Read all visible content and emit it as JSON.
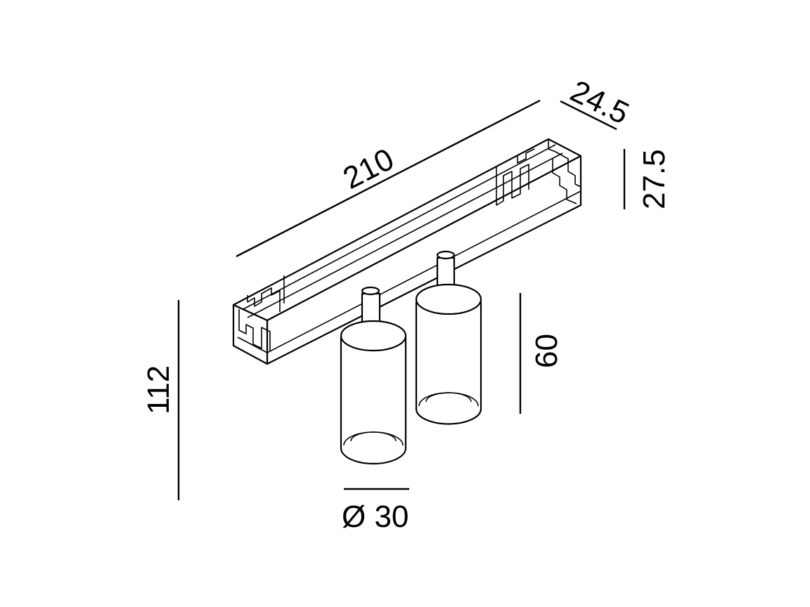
{
  "dimensions": {
    "length": "210",
    "depth": "24.5",
    "height_track": "27.5",
    "total_height": "112",
    "spot_height": "60",
    "diameter": "Ø 30"
  }
}
